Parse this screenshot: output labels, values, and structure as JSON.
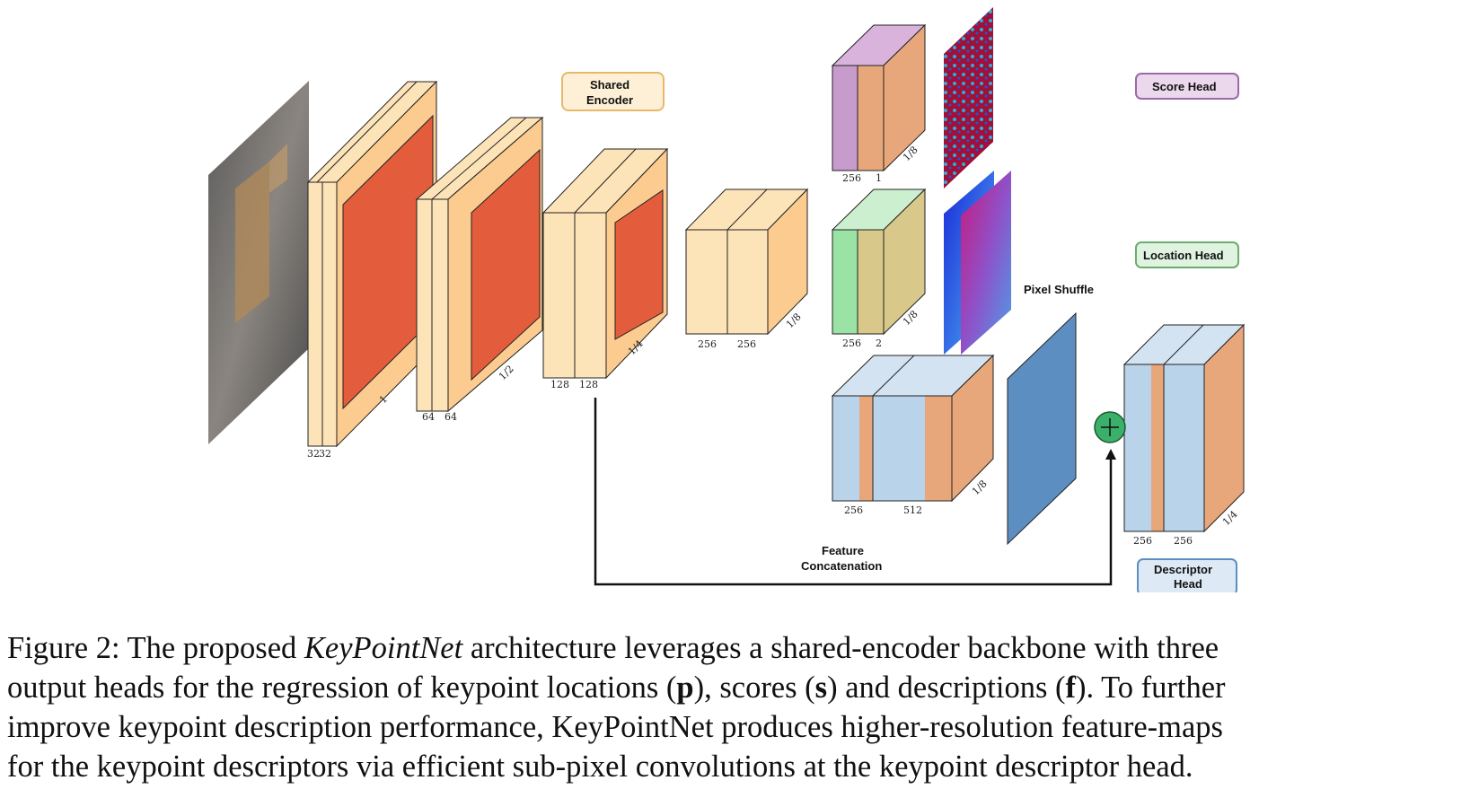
{
  "figure": {
    "labels": {
      "shared_encoder_1": "Shared",
      "shared_encoder_2": "Encoder",
      "score_head": "Score Head",
      "location_head": "Location Head",
      "pixel_shuffle": "Pixel Shuffle",
      "feature_concat_1": "Feature",
      "feature_concat_2": "Concatenation",
      "descriptor_head_1": "Descriptor",
      "descriptor_head_2": "Head"
    },
    "dims": {
      "block1_a": "32",
      "block1_b": "32",
      "block1_scale": "1",
      "block2_a": "64",
      "block2_b": "64",
      "block2_scale": "1/2",
      "block3_a": "128",
      "block3_b": "128",
      "block3_scale": "1/4",
      "block4_a": "256",
      "block4_b": "256",
      "block4_scale": "1/8",
      "score_a": "256",
      "score_b": "1",
      "score_scale": "1/8",
      "loc_a": "256",
      "loc_b": "2",
      "loc_scale": "1/8",
      "desc_a": "256",
      "desc_b": "512",
      "desc_scale": "1/8",
      "out_a": "256",
      "out_b": "256",
      "out_scale": "1/4"
    },
    "colors": {
      "encoder_fill": "#FCD9A8",
      "encoder_inner": "#E35D3D",
      "score_fill": "#C79BCB",
      "location_fill": "#9BE3A5",
      "descriptor_fill": "#B9D3EA",
      "head_orange": "#E8A77A",
      "pixel_shuffle_fill": "#5D8EC2"
    }
  },
  "caption": {
    "line1_a": "Figure 2: The proposed ",
    "line1_em": "KeyPointNet",
    "line1_b": " architecture leverages a shared-encoder backbone with three",
    "line2_a": "output heads for the regression of keypoint locations (",
    "line2_p": "p",
    "line2_b": "), scores (",
    "line2_s": "s",
    "line2_c": ") and descriptions (",
    "line2_f": "f",
    "line2_d": "). To further",
    "line3": "improve keypoint description performance, KeyPointNet produces higher-resolution feature-maps",
    "line4": "for the keypoint descriptors via efficient sub-pixel convolutions at the keypoint descriptor head."
  }
}
